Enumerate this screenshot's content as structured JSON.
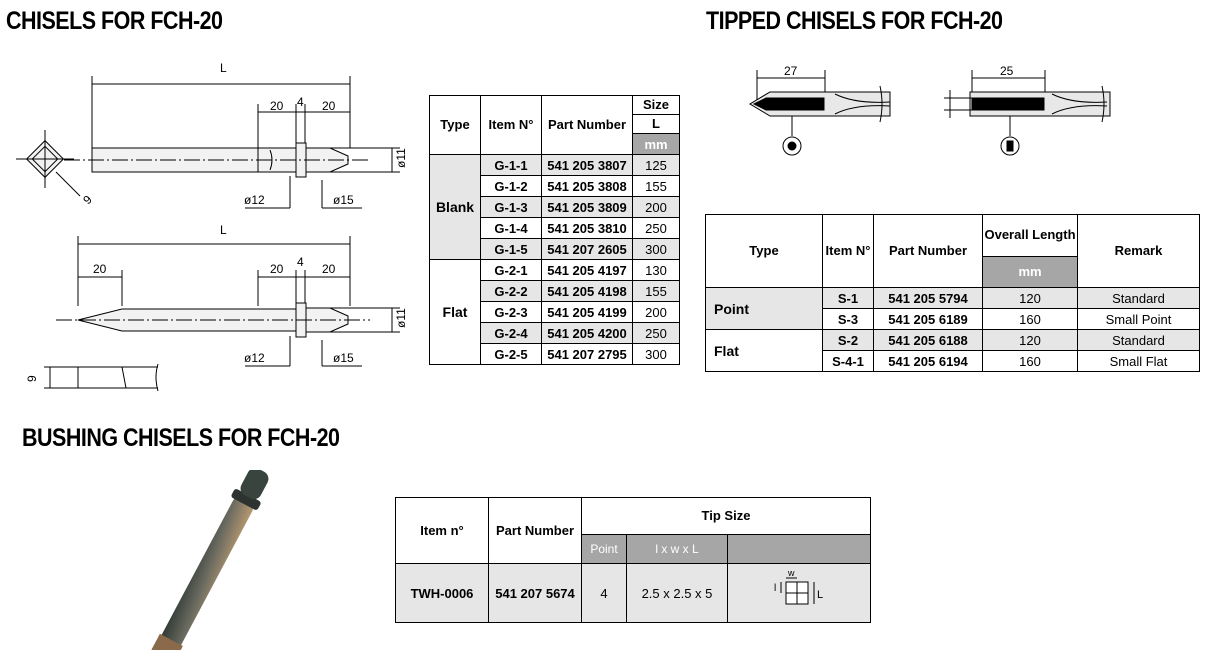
{
  "titles": {
    "chisels": "CHISELS FOR FCH-20",
    "tipped": "TIPPED CHISELS FOR FCH-20",
    "bushing": "BUSHING CHISELS FOR FCH-20"
  },
  "drawing_labels": {
    "L": "L",
    "d20": "20",
    "d4": "4",
    "phi11": "ø11",
    "phi12": "ø12",
    "phi15": "ø15",
    "d9": "9",
    "d27": "27",
    "d25": "25",
    "w": "w",
    "l": "l",
    "L2": "L"
  },
  "chisels_table": {
    "headers": {
      "type": "Type",
      "item": "Item N°",
      "part": "Part Number",
      "size": "Size",
      "size_sub": "L",
      "unit": "mm"
    },
    "groups": [
      {
        "type": "Blank",
        "rows": [
          {
            "item": "G-1-1",
            "part": "541 205 3807",
            "size": "125"
          },
          {
            "item": "G-1-2",
            "part": "541 205 3808",
            "size": "155"
          },
          {
            "item": "G-1-3",
            "part": "541 205 3809",
            "size": "200"
          },
          {
            "item": "G-1-4",
            "part": "541 205 3810",
            "size": "250"
          },
          {
            "item": "G-1-5",
            "part": "541 207 2605",
            "size": "300"
          }
        ]
      },
      {
        "type": "Flat",
        "rows": [
          {
            "item": "G-2-1",
            "part": "541 205 4197",
            "size": "130"
          },
          {
            "item": "G-2-2",
            "part": "541 205 4198",
            "size": "155"
          },
          {
            "item": "G-2-3",
            "part": "541 205 4199",
            "size": "200"
          },
          {
            "item": "G-2-4",
            "part": "541 205 4200",
            "size": "250"
          },
          {
            "item": "G-2-5",
            "part": "541 207 2795",
            "size": "300"
          }
        ]
      }
    ]
  },
  "tipped_table": {
    "headers": {
      "type": "Type",
      "item": "Item N°",
      "part": "Part Number",
      "length": "Overall Length",
      "unit": "mm",
      "remark": "Remark"
    },
    "groups": [
      {
        "type": "Point",
        "rows": [
          {
            "item": "S-1",
            "part": "541 205 5794",
            "length": "120",
            "remark": "Standard"
          },
          {
            "item": "S-3",
            "part": "541 205 6189",
            "length": "160",
            "remark": "Small Point"
          }
        ]
      },
      {
        "type": "Flat",
        "rows": [
          {
            "item": "S-2",
            "part": "541 205 6188",
            "length": "120",
            "remark": "Standard"
          },
          {
            "item": "S-4-1",
            "part": "541 205 6194",
            "length": "160",
            "remark": "Small Flat"
          }
        ]
      }
    ]
  },
  "bushing_table": {
    "headers": {
      "item": "Item n°",
      "part": "Part Number",
      "tip": "Tip Size",
      "point": "Point",
      "lwl": "l x w x L"
    },
    "row": {
      "item": "TWH-0006",
      "part": "541 207 5674",
      "point": "4",
      "size": "2.5 x 2.5 x 5"
    }
  },
  "colors": {
    "header_gray": "#a6a6a6",
    "shade": "#e6e6e6"
  }
}
